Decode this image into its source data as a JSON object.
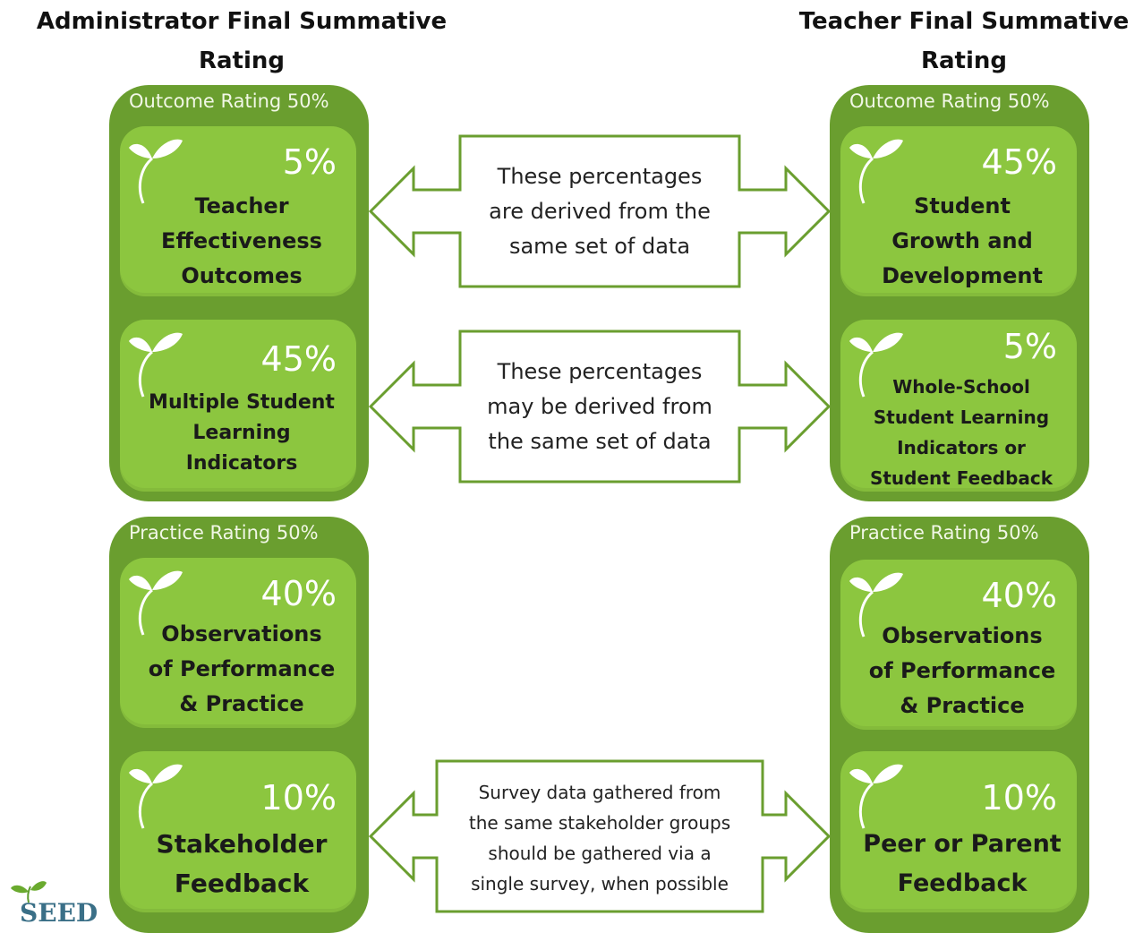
{
  "admin": {
    "title_line1": "Administrator Final Summative",
    "title_line2": "Rating",
    "outcome": {
      "label": "Outcome Rating 50%",
      "box1": {
        "pct": "5%",
        "lines": [
          "Teacher",
          "Effectiveness",
          "Outcomes"
        ]
      },
      "box2": {
        "pct": "45%",
        "lines": [
          "Multiple Student",
          "Learning",
          "Indicators"
        ]
      }
    },
    "practice": {
      "label": "Practice Rating 50%",
      "box1": {
        "pct": "40%",
        "lines": [
          "Observations",
          "of Performance",
          "& Practice"
        ]
      },
      "box2": {
        "pct": "10%",
        "lines": [
          "Stakeholder",
          "Feedback"
        ]
      }
    }
  },
  "teacher": {
    "title_line1": "Teacher Final Summative",
    "title_line2": "Rating",
    "outcome": {
      "label": "Outcome Rating 50%",
      "box1": {
        "pct": "45%",
        "lines": [
          "Student",
          "Growth and",
          "Development"
        ]
      },
      "box2": {
        "pct": "5%",
        "lines": [
          "Whole-School",
          "Student Learning",
          "Indicators or",
          "Student Feedback"
        ]
      }
    },
    "practice": {
      "label": "Practice Rating 50%",
      "box1": {
        "pct": "40%",
        "lines": [
          "Observations",
          "of Performance",
          "& Practice"
        ]
      },
      "box2": {
        "pct": "10%",
        "lines": [
          "Peer or Parent",
          "Feedback"
        ]
      }
    }
  },
  "arrows": {
    "a1": [
      "These percentages",
      "are derived from the",
      "same set of data"
    ],
    "a2": [
      "These percentages",
      "may be derived from",
      "the same set of data"
    ],
    "a3": [
      "Survey data gathered from",
      "the same stakeholder groups",
      "should be gathered via a",
      "single survey, when possible"
    ]
  },
  "logo": {
    "text": "SEED",
    "icon": "sprout-icon"
  },
  "colors": {
    "group": "#6a9e2f",
    "box": "#8cc63f",
    "arrow_stroke": "#6a9e2f"
  }
}
